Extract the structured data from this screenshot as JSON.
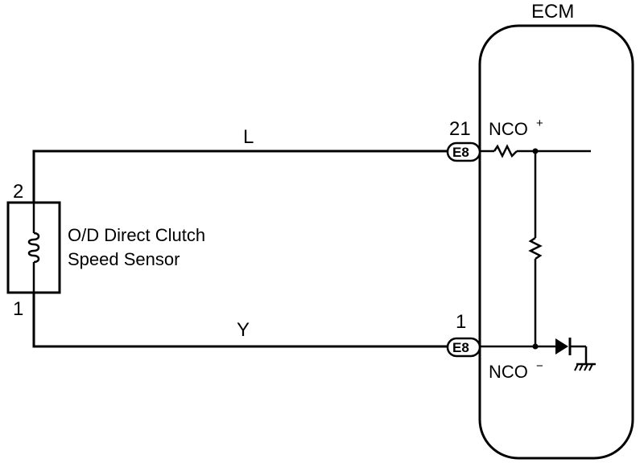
{
  "ecm": {
    "title": "ECM",
    "terminal_plus": {
      "pin": "21",
      "connector": "E8",
      "signal": "NCO",
      "polarity": "+"
    },
    "terminal_minus": {
      "pin": "1",
      "connector": "E8",
      "signal": "NCO",
      "polarity": "−"
    }
  },
  "sensor": {
    "name_line1": "O/D Direct Clutch",
    "name_line2": "Speed Sensor",
    "pin_top": "2",
    "pin_bottom": "1"
  },
  "wires": {
    "top_color": "L",
    "bottom_color": "Y"
  },
  "icons": {
    "coil": "coil-icon",
    "resistor": "resistor-icon",
    "diode": "diode-icon",
    "ground": "ground-icon"
  }
}
